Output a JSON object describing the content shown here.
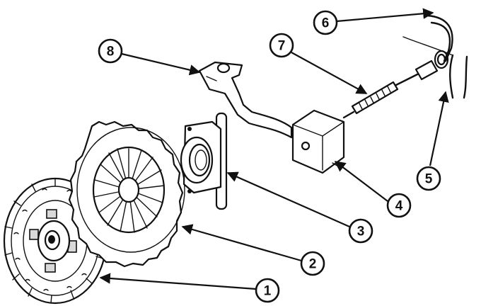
{
  "diagram": {
    "callouts": [
      {
        "id": "1",
        "label": "1"
      },
      {
        "id": "2",
        "label": "2"
      },
      {
        "id": "3",
        "label": "3"
      },
      {
        "id": "4",
        "label": "4"
      },
      {
        "id": "5",
        "label": "5"
      },
      {
        "id": "6",
        "label": "6"
      },
      {
        "id": "7",
        "label": "7"
      },
      {
        "id": "8",
        "label": "8"
      }
    ],
    "colors": {
      "ink": "#111111",
      "paper": "#ffffff"
    }
  }
}
